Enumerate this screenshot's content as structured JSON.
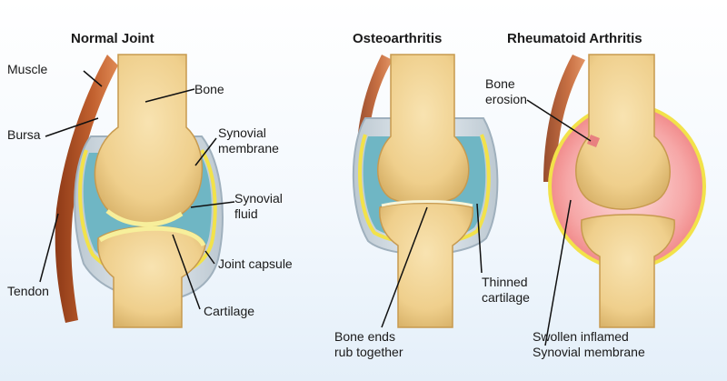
{
  "titles": {
    "normal": "Normal Joint",
    "osteo": "Osteoarthritis",
    "rheum": "Rheumatoid Arthritis"
  },
  "labels": {
    "muscle": "Muscle",
    "bursa": "Bursa",
    "tendon": "Tendon",
    "bone": "Bone",
    "synovial_membrane": [
      "Synovial",
      "membrane"
    ],
    "synovial_fluid": [
      "Synovial",
      "fluid"
    ],
    "joint_capsule": "Joint capsule",
    "cartilage": "Cartilage",
    "bone_ends": [
      "Bone ends",
      "rub together"
    ],
    "thinned_cartilage": [
      "Thinned",
      "cartilage"
    ],
    "bone_erosion": [
      "Bone",
      "erosion"
    ],
    "swollen_membrane": [
      "Swollen inflamed",
      "Synovial membrane"
    ]
  },
  "colors": {
    "bone": "#f3d79a",
    "bone_dark": "#d9b36a",
    "muscle": "#b8552a",
    "fluid": "#6fb6c4",
    "capsule": "#c9d4dc",
    "cartilage_yellow": "#f2e24a",
    "inflamed": "#f08a8a"
  }
}
